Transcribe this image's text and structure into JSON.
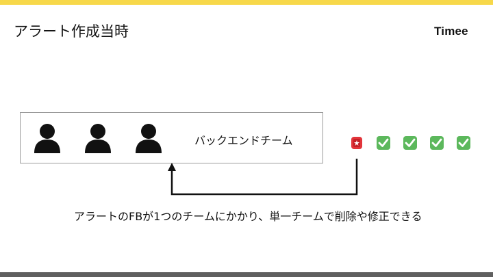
{
  "slide": {
    "title": "アラート作成当時",
    "brand": "Timee",
    "colors": {
      "top_bar": "#f7d84a",
      "bottom_bar": "#5f5f5f",
      "check": "#5cb85c",
      "alert": "#e2343a"
    }
  },
  "team": {
    "label": "バックエンドチーム",
    "members": [
      "person-icon",
      "person-icon",
      "person-icon"
    ]
  },
  "statuses": [
    "alert-icon",
    "check-icon",
    "check-icon",
    "check-icon",
    "check-icon"
  ],
  "caption": "アラートのFBが1つのチームにかかり、単一チームで削除や修正できる"
}
